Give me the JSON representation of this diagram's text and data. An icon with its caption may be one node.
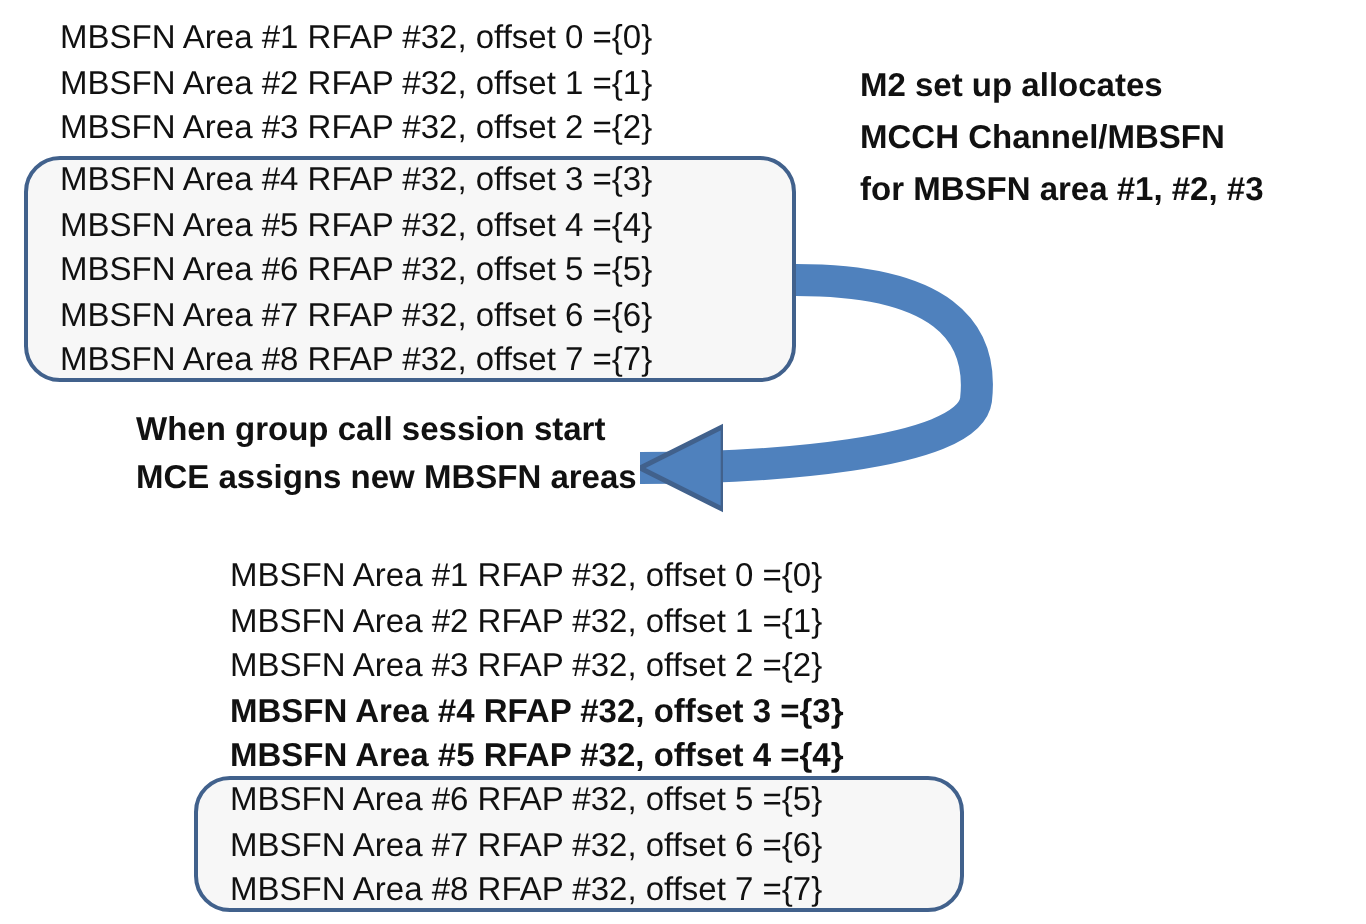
{
  "diagram": {
    "nodes": [
      {
        "text": [
          "MBSFN Area #4 RFAP #32, offset 3 ={3}",
          "MBSFN Area #5 RFAP #32, offset 4 ={4}",
          "MBSFN Area #6 RFAP #32, offset 5 ={5}",
          "MBSFN Area #7 RFAP #32, offset 6 ={6}",
          "MBSFN Area #8 RFAP #32, offset 7 ={7}"
        ]
      },
      {
        "text": [
          "When group call session start MCE assigns new MBSFN areas"
        ]
      },
      {
        "text": [
          "MBSFN Area #6 RFAP #32, offset 5 ={5}",
          "MBSFN Area #7 RFAP #32, offset 6 ={6}",
          "MBSFN Area #8 RFAP #32, offset 7 ={7}"
        ]
      }
    ],
    "edges": [
      {
        "from": 0,
        "to": 1,
        "arrow": "to"
      }
    ],
    "labels": [
      "MBSFN Area #1 RFAP #32, offset 0 ={0}",
      "MBSFN Area #2 RFAP #32, offset 1 ={1}",
      "MBSFN Area #3 RFAP #32, offset 2 ={2}",
      "M2 set up allocates MCCH Channel/MBSFN for MBSFN area #1, #2, #3",
      "MBSFN Area #1 RFAP #32, offset 0 ={0}",
      "MBSFN Area #2 RFAP #32, offset 1 ={1}",
      "MBSFN Area #3 RFAP #32, offset 2 ={2}",
      "MBSFN Area #4 RFAP #32, offset 3 ={3}",
      "MBSFN Area #5 RFAP #32, offset 4 ={4}"
    ]
  }
}
